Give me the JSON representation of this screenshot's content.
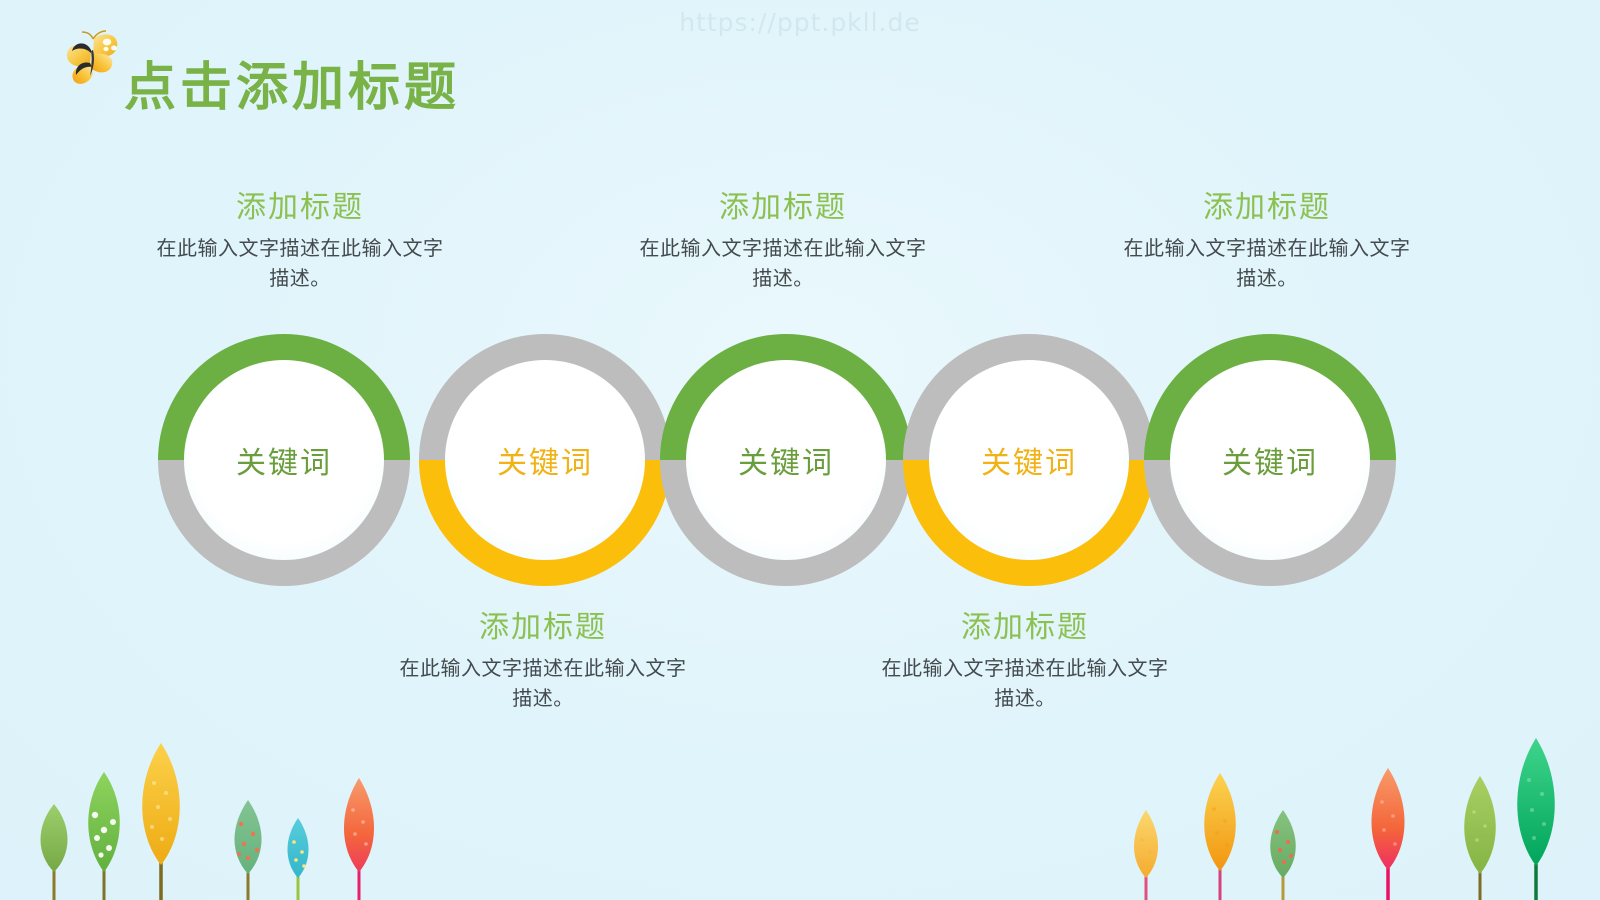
{
  "watermark": "https://ppt.pkll.de",
  "header": {
    "title": "点击添加标题",
    "title_color": "#79b348",
    "icon": "butterfly-icon"
  },
  "theme": {
    "background": "#e3f5fb",
    "green": "#6cb043",
    "gray": "#bdbdbd",
    "yellow": "#fbbe0a",
    "heading_green": "#8cc152",
    "keyword_green": "#6a9e3c",
    "keyword_gold": "#f0b214",
    "body_text": "#444b4e"
  },
  "diagram": {
    "type": "chain-of-rings",
    "steps": [
      {
        "index": 1,
        "keyword": "关键词",
        "keyword_color": "#6a9e3c",
        "ring_top_color": "#6cb043",
        "ring_bottom_color": "#bdbdbd",
        "caption_position": "above",
        "caption_title": "添加标题",
        "caption_desc": "在此输入文字描述在此输入文字描述。"
      },
      {
        "index": 2,
        "keyword": "关键词",
        "keyword_color": "#f0b214",
        "ring_top_color": "#bdbdbd",
        "ring_bottom_color": "#fbbe0a",
        "caption_position": "below",
        "caption_title": "添加标题",
        "caption_desc": "在此输入文字描述在此输入文字描述。"
      },
      {
        "index": 3,
        "keyword": "关键词",
        "keyword_color": "#6a9e3c",
        "ring_top_color": "#6cb043",
        "ring_bottom_color": "#bdbdbd",
        "caption_position": "above",
        "caption_title": "添加标题",
        "caption_desc": "在此输入文字描述在此输入文字描述。"
      },
      {
        "index": 4,
        "keyword": "关键词",
        "keyword_color": "#f0b214",
        "ring_top_color": "#bdbdbd",
        "ring_bottom_color": "#fbbe0a",
        "caption_position": "below",
        "caption_title": "添加标题",
        "caption_desc": "在此输入文字描述在此输入文字描述。"
      },
      {
        "index": 5,
        "keyword": "关键词",
        "keyword_color": "#6a9e3c",
        "ring_top_color": "#6cb043",
        "ring_bottom_color": "#bdbdbd",
        "caption_position": "above",
        "caption_title": "添加标题",
        "caption_desc": "在此输入文字描述在此输入文字描述。"
      }
    ]
  },
  "decoration": {
    "plants_left": [
      {
        "name": "leaf-green-small",
        "color": "#8cc063"
      },
      {
        "name": "leaf-green-dotted",
        "color": "#7dc855"
      },
      {
        "name": "leaf-yellow-large",
        "color": "#f5c02a"
      },
      {
        "name": "leaf-teal-dotted",
        "color": "#76bb89"
      },
      {
        "name": "leaf-cyan-small",
        "color": "#4cc6d8"
      },
      {
        "name": "leaf-orange",
        "color": "#f4714a"
      }
    ],
    "plants_right": [
      {
        "name": "leaf-yellow-small",
        "color": "#f8ce54"
      },
      {
        "name": "leaf-yellow-medium",
        "color": "#f6c22c"
      },
      {
        "name": "leaf-green-dotted",
        "color": "#76b571"
      },
      {
        "name": "leaf-orange-large",
        "color": "#f4713f"
      },
      {
        "name": "leaf-olive",
        "color": "#97c054"
      },
      {
        "name": "leaf-emerald",
        "color": "#15b763"
      }
    ]
  }
}
